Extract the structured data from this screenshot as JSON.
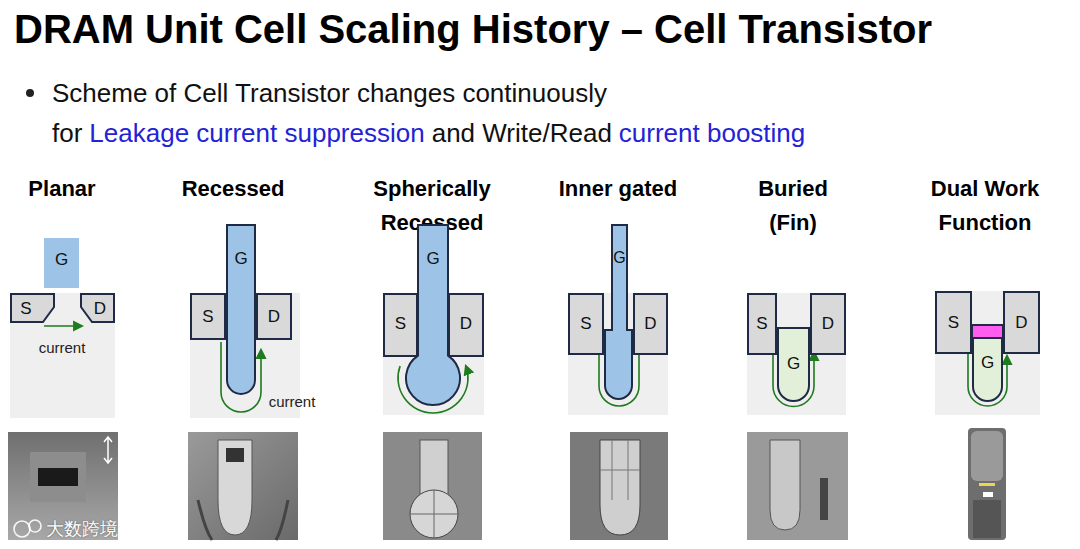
{
  "diagram": {
    "title": "DRAM Unit Cell Scaling History – Cell Transistor",
    "nodes": [
      {
        "text": [
          "G"
        ]
      },
      {
        "text": [
          "S"
        ]
      },
      {
        "text": [
          "D"
        ]
      },
      {
        "text": [
          "G"
        ]
      },
      {
        "text": [
          "S"
        ]
      },
      {
        "text": [
          "D"
        ]
      },
      {
        "text": [
          "G"
        ]
      },
      {
        "text": [
          "S"
        ]
      },
      {
        "text": [
          "D"
        ]
      },
      {
        "text": [
          "G"
        ]
      },
      {
        "text": [
          "S"
        ]
      },
      {
        "text": [
          "D"
        ]
      },
      {
        "text": [
          "S"
        ]
      },
      {
        "text": [
          "D"
        ]
      },
      {
        "text": [
          "G"
        ]
      },
      {
        "text": [
          "S"
        ]
      },
      {
        "text": [
          "D"
        ]
      },
      {
        "text": [
          "G"
        ]
      }
    ],
    "labels": [
      "Scheme of Cell Transistor changes continuously",
      "for",
      "Leakage current suppression",
      "and Write/Read",
      "current boosting",
      "Planar",
      "Recessed",
      "Spherically Recessed",
      "Inner gated",
      "Buried (Fin)",
      "Dual Work Function",
      "current",
      "current",
      "大数跨境"
    ]
  }
}
